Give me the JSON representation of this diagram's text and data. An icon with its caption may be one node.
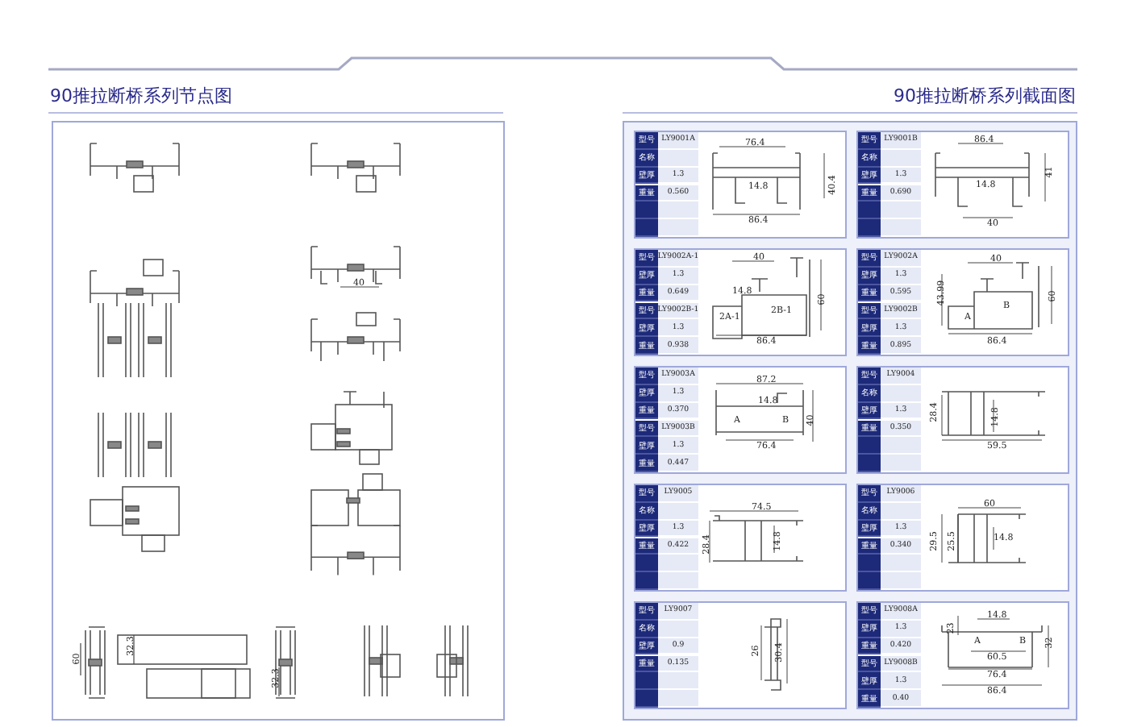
{
  "diagram": {
    "nodes": [
      {
        "text": [
          "90推拉断桥系列节点图",
          "40",
          "60",
          "32.3",
          "32.3"
        ]
      },
      {
        "text": [
          "90推拉断桥系列截面图"
        ]
      },
      {
        "text": [
          "型号",
          "LY9001A",
          "名称",
          "壁厚",
          "1.3",
          "重量",
          "0.560",
          "76.4",
          "14.8",
          "40.4",
          "86.4"
        ],
        "in": 1
      },
      {
        "text": [
          "型号",
          "LY9001B",
          "名称",
          "壁厚",
          "1.3",
          "重量",
          "0.690",
          "86.4",
          "41",
          "14.8",
          "40"
        ],
        "in": 1
      },
      {
        "text": [
          "型号",
          "LY9002A-1",
          "壁厚",
          "1.3",
          "重量",
          "0.649",
          "型号",
          "LY9002B-1",
          "壁厚",
          "1.3",
          "重量",
          "0.938",
          "40",
          "14.8",
          "2B-1",
          "2A-1",
          "60",
          "86.4"
        ],
        "in": 1
      },
      {
        "text": [
          "型号",
          "LY9002A",
          "壁厚",
          "1.3",
          "重量",
          "0.595",
          "型号",
          "LY9002B",
          "壁厚",
          "1.3",
          "重量",
          "0.895",
          "40",
          "43.99",
          "A",
          "B",
          "60",
          "86.4"
        ],
        "in": 1
      },
      {
        "text": [
          "型号",
          "LY9003A",
          "壁厚",
          "1.3",
          "重量",
          "0.370",
          "型号",
          "LY9003B",
          "壁厚",
          "1.3",
          "重量",
          "0.447",
          "87.2",
          "14.8",
          "A",
          "B",
          "40",
          "76.4"
        ],
        "in": 1
      },
      {
        "text": [
          "型号",
          "LY9004",
          "名称",
          "壁厚",
          "1.3",
          "重量",
          "0.350",
          "28.4",
          "14.8",
          "59.5"
        ],
        "in": 1
      },
      {
        "text": [
          "型号",
          "LY9005",
          "名称",
          "壁厚",
          "1.3",
          "重量",
          "0.422",
          "74.5",
          "28.4",
          "14.8"
        ],
        "in": 1
      },
      {
        "text": [
          "型号",
          "LY9006",
          "名称",
          "壁厚",
          "1.3",
          "重量",
          "0.340",
          "60",
          "29.5",
          "25.5",
          "14.8"
        ],
        "in": 1
      },
      {
        "text": [
          "型号",
          "LY9007",
          "名称",
          "壁厚",
          "0.9",
          "重量",
          "0.135",
          "26",
          "30.4"
        ],
        "in": 1
      },
      {
        "text": [
          "型号",
          "LY9008A",
          "壁厚",
          "1.3",
          "重量",
          "0.420",
          "型号",
          "LY9008B",
          "壁厚",
          "1.3",
          "重量",
          "0.40",
          "23",
          "14.8",
          "A",
          "B",
          "60.5",
          "32",
          "76.4",
          "86.4"
        ],
        "in": 1
      }
    ]
  }
}
